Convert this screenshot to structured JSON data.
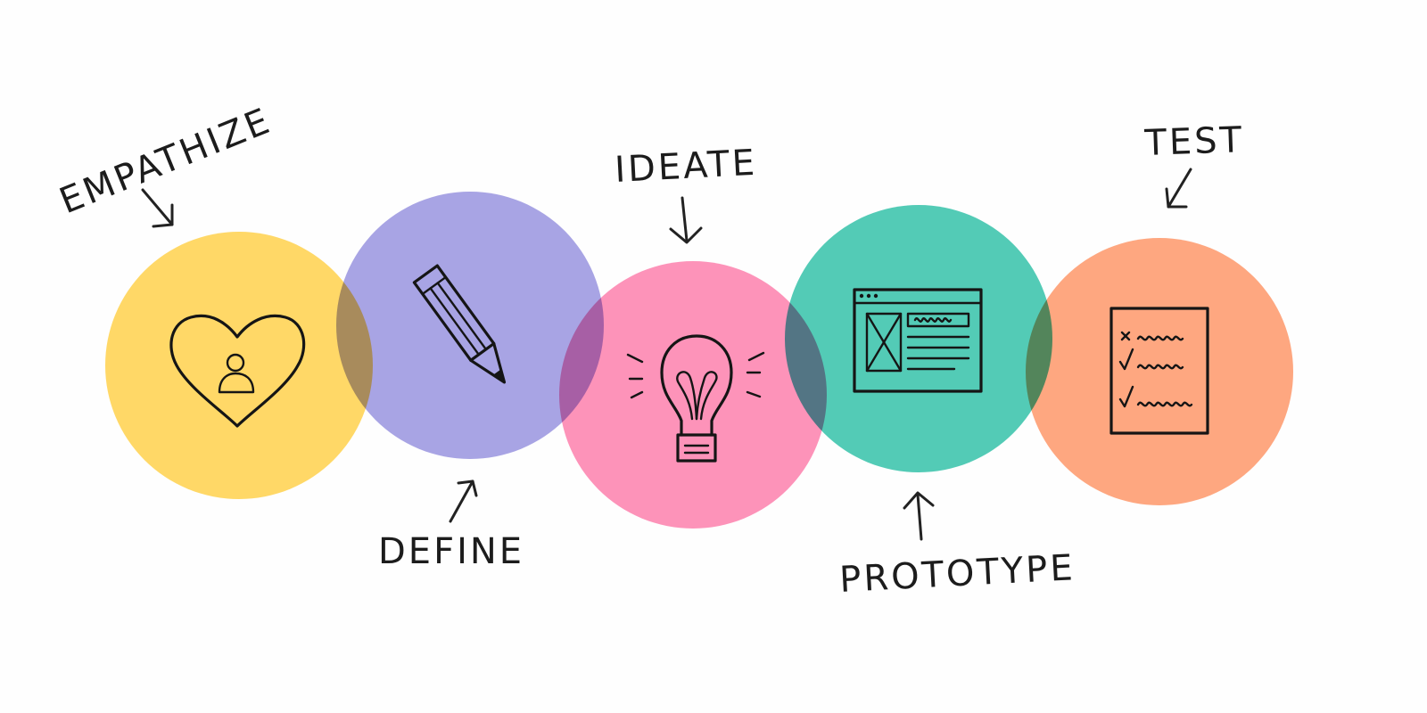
{
  "stages": [
    {
      "id": "empathize",
      "label": "EMPATHIZE",
      "color": "#ffd867",
      "icon": "heart-person-icon"
    },
    {
      "id": "define",
      "label": "DEFINE",
      "color": "#a8a4e4",
      "icon": "pencil-icon"
    },
    {
      "id": "ideate",
      "label": "IDEATE",
      "color": "#fd93b9",
      "icon": "lightbulb-icon"
    },
    {
      "id": "prototype",
      "label": "PROTOTYPE",
      "color": "#53cbb6",
      "icon": "browser-wireframe-icon"
    },
    {
      "id": "test",
      "label": "TEST",
      "color": "#fea780",
      "icon": "checklist-icon"
    }
  ]
}
